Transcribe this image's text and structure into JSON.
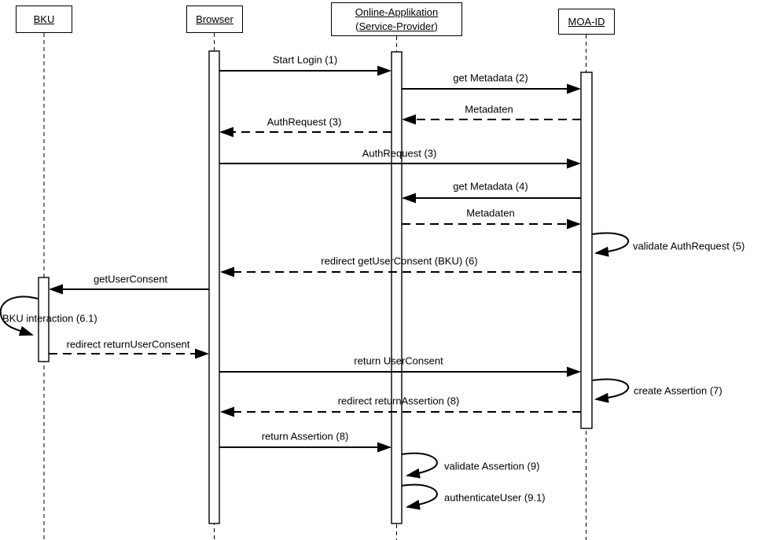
{
  "actors": [
    {
      "id": "bku",
      "label": "BKU"
    },
    {
      "id": "browser",
      "label": "Browser"
    },
    {
      "id": "online-applikation",
      "label": "Online-Applikation (Service-Provider)"
    },
    {
      "id": "moa-id",
      "label": "MOA-ID"
    }
  ],
  "messages": [
    {
      "label": "Start Login (1)",
      "from": "Browser",
      "to": "Online-Applikation (Service-Provider)",
      "style": "solid"
    },
    {
      "label": "get Metadata (2)",
      "from": "Online-Applikation (Service-Provider)",
      "to": "MOA-ID",
      "style": "solid"
    },
    {
      "label": "Metadaten",
      "from": "MOA-ID",
      "to": "Online-Applikation (Service-Provider)",
      "style": "dashed"
    },
    {
      "label": "AuthRequest (3)",
      "from": "Online-Applikation (Service-Provider)",
      "to": "Browser",
      "style": "dashed"
    },
    {
      "label": "AuthRequest (3)",
      "from": "Browser",
      "to": "MOA-ID",
      "style": "solid"
    },
    {
      "label": "get Metadata (4)",
      "from": "MOA-ID",
      "to": "Online-Applikation (Service-Provider)",
      "style": "solid"
    },
    {
      "label": "Metadaten",
      "from": "Online-Applikation (Service-Provider)",
      "to": "MOA-ID",
      "style": "dashed"
    },
    {
      "label": "validate AuthRequest (5)",
      "from": "MOA-ID",
      "to": "MOA-ID",
      "style": "self"
    },
    {
      "label": "redirect getUserConsent (BKU) (6)",
      "from": "MOA-ID",
      "to": "Browser",
      "style": "dashed"
    },
    {
      "label": "getUserConsent",
      "from": "Browser",
      "to": "BKU",
      "style": "solid"
    },
    {
      "label": "BKU interaction (6.1)",
      "from": "BKU",
      "to": "BKU",
      "style": "self"
    },
    {
      "label": "redirect returnUserConsent",
      "from": "BKU",
      "to": "Browser",
      "style": "dashed"
    },
    {
      "label": "return UserConsent",
      "from": "Browser",
      "to": "MOA-ID",
      "style": "solid"
    },
    {
      "label": "create Assertion (7)",
      "from": "MOA-ID",
      "to": "MOA-ID",
      "style": "self"
    },
    {
      "label": "redirect returnAssertion (8)",
      "from": "MOA-ID",
      "to": "Browser",
      "style": "dashed"
    },
    {
      "label": "return Assertion (8)",
      "from": "Browser",
      "to": "Online-Applikation (Service-Provider)",
      "style": "solid"
    },
    {
      "label": "validate Assertion (9)",
      "from": "Online-Applikation (Service-Provider)",
      "to": "Online-Applikation (Service-Provider)",
      "style": "self"
    },
    {
      "label": "authenticateUser (9.1)",
      "from": "Online-Applikation (Service-Provider)",
      "to": "Online-Applikation (Service-Provider)",
      "style": "self"
    }
  ],
  "colors": {
    "line": "#000000",
    "background": "#ffffff"
  }
}
